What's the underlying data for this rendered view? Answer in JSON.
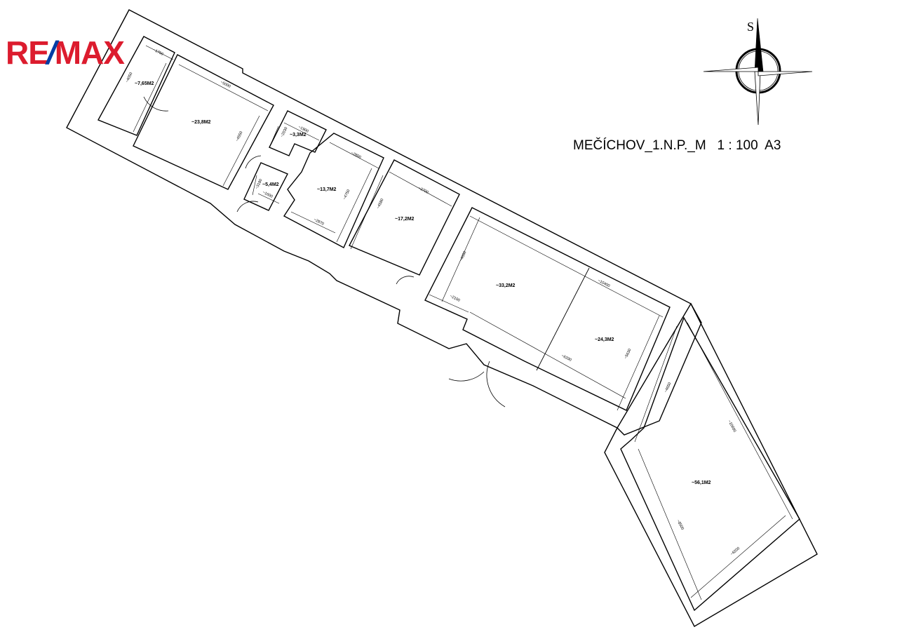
{
  "logo": {
    "left": "RE",
    "slash": "/",
    "right": "MAX",
    "colors": {
      "red": "#dc1c2e",
      "blue": "#003da5"
    }
  },
  "title": {
    "text": "MEČÍCHOV_1.N.P._M   1 : 100  A3",
    "name": "MEČÍCHOV_1.N.P._M",
    "scale": "1 : 100",
    "paper": "A3"
  },
  "compass": {
    "label": "S",
    "icon": "north-arrow-compass-icon"
  },
  "rooms": [
    {
      "id": "room-1",
      "area": "~7,65M2",
      "dims": [
        "~1750",
        "~4050"
      ]
    },
    {
      "id": "room-2",
      "area": "~23,8M2",
      "dims": [
        "~5000",
        "~4550"
      ]
    },
    {
      "id": "room-3",
      "area": "~3,3M2",
      "dims": [
        "~1900",
        "~2030"
      ]
    },
    {
      "id": "room-4",
      "area": "~5,4M2",
      "dims": [
        "~3180",
        "~1600"
      ]
    },
    {
      "id": "room-5",
      "area": "~13,7M2",
      "dims": [
        "~2800",
        "~4750",
        "~2870"
      ]
    },
    {
      "id": "room-6",
      "area": "~17,2M2",
      "dims": [
        "~3700",
        "~4580"
      ]
    },
    {
      "id": "room-7",
      "area": "~33,2M2",
      "dims": [
        "~4650",
        "~2100",
        "~6330"
      ]
    },
    {
      "id": "room-8",
      "area": "~24,3M2",
      "dims": [
        "~10400",
        "~5630"
      ]
    },
    {
      "id": "room-9",
      "area": "~56,1M2",
      "dims": [
        "~4650",
        "~10600",
        "~8500",
        "~6200"
      ]
    }
  ]
}
